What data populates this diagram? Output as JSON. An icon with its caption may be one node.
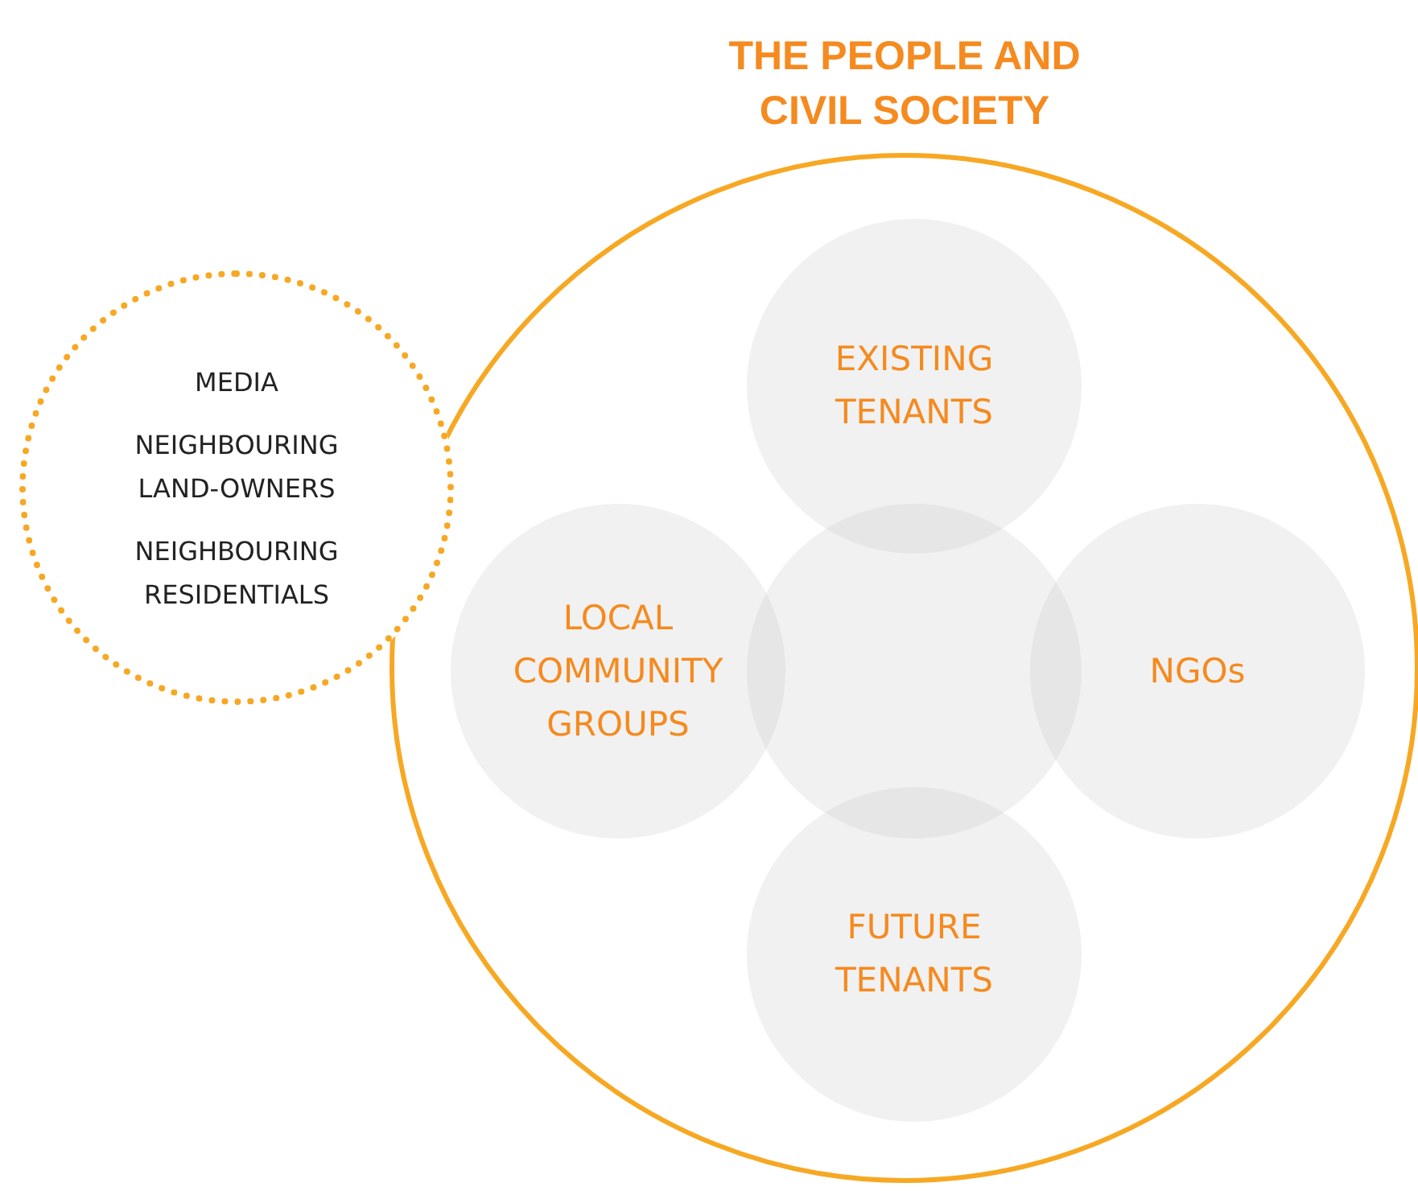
{
  "diagram": {
    "nodes": [
      {
        "text": [
          "THE PEOPLE AND CIVIL SOCIETY"
        ]
      },
      {
        "text": [
          "MEDIA",
          "NEIGHBOURING LAND-OWNERS",
          "NEIGHBOURING RESIDENTIALS"
        ]
      },
      {
        "text": [
          "EXISTING TENANTS"
        ],
        "in": 0
      },
      {
        "text": [
          "LOCAL COMMUNITY GROUPS"
        ],
        "in": 0
      },
      {
        "text": [],
        "shape": "circle",
        "in": 0
      },
      {
        "text": [
          "NGOs"
        ],
        "in": 0
      },
      {
        "text": [
          "FUTURE TENANTS"
        ],
        "in": 0
      }
    ]
  }
}
